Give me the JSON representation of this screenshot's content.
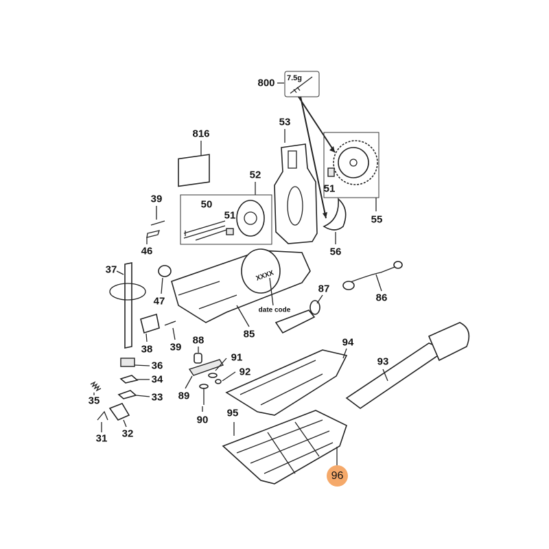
{
  "diagram": {
    "labels": {
      "p800": "800",
      "grease_weight": "7.5g",
      "p816": "816",
      "p53": "53",
      "p52": "52",
      "p50": "50",
      "p51a": "51",
      "p51b": "51",
      "p55": "55",
      "p56": "56",
      "p39a": "39",
      "p46": "46",
      "p37": "37",
      "p47": "47",
      "p85": "85",
      "date_code": "date code",
      "xxxx": "XXXX",
      "p87": "87",
      "p86": "86",
      "p38": "38",
      "p39b": "39",
      "p88": "88",
      "p91": "91",
      "p92": "92",
      "p36": "36",
      "p34": "34",
      "p35": "35",
      "p33": "33",
      "p89": "89",
      "p90": "90",
      "p94": "94",
      "p93": "93",
      "p95": "95",
      "p31": "31",
      "p32": "32",
      "p96": "96"
    },
    "highlight_color": "#f5a96a"
  }
}
